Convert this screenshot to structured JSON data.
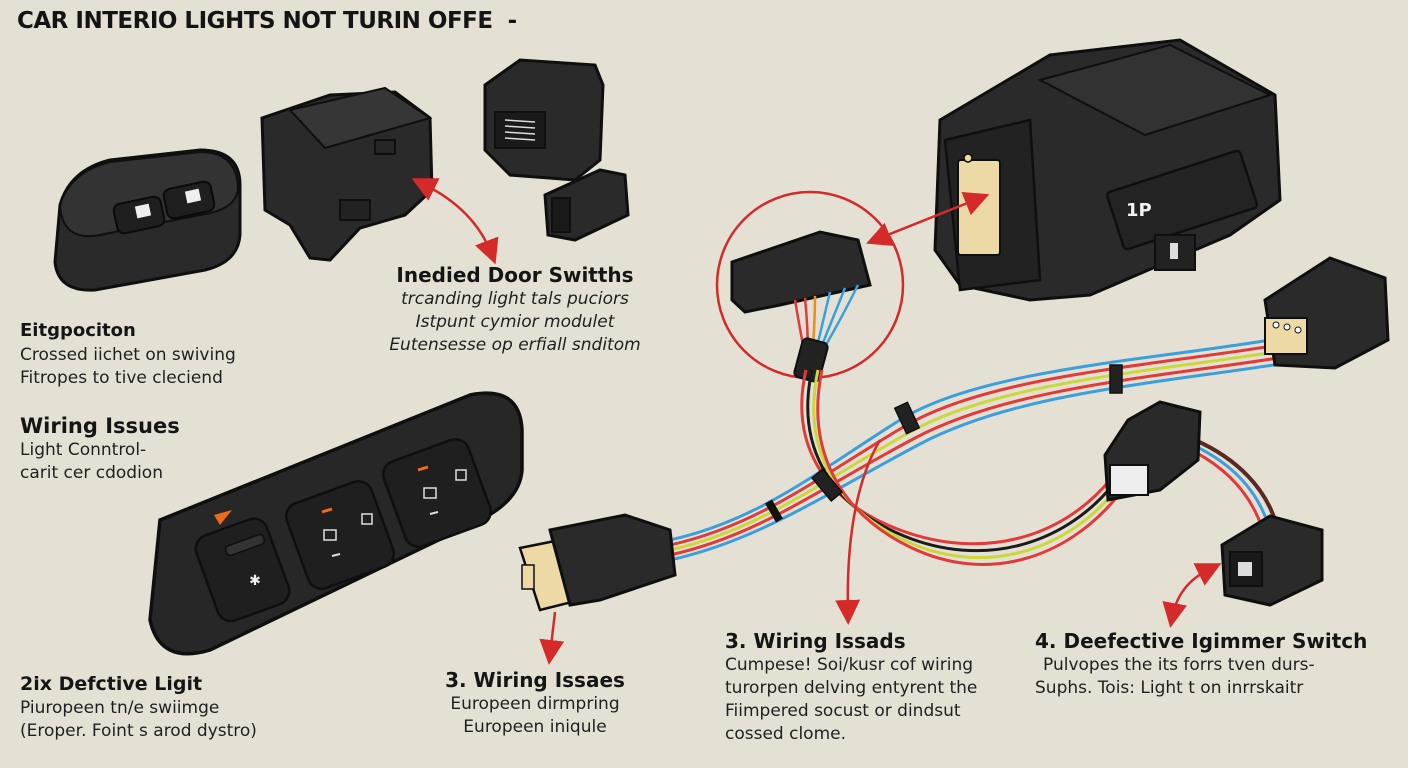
{
  "title": "CAR INTERIO LIGHTS NOT TURIN OFFE  -",
  "colors": {
    "background": "#e4e1d4",
    "component_body": "#2b2b2b",
    "outline": "#111111",
    "pointer_arrow": "#d42a2a",
    "connector_insert": "#ecd9a6",
    "wire_red": "#e23a3a",
    "wire_blue": "#3a9fdc",
    "wire_yellow": "#c9d83a",
    "wire_brown": "#5a2a22",
    "indicator_orange": "#f06a1c"
  },
  "labels": {
    "door_switches": {
      "heading": "Inedied Door Switths",
      "lines": [
        "trcanding light tals puciors",
        "Istpunt cymior modulet",
        "Eutensesse op erfiall snditom"
      ]
    },
    "fitgpociton": {
      "heading": "Eitgpociton",
      "lines": [
        "Crossed iichet on swiving",
        "Fitropes to tive cleciend"
      ]
    },
    "wiring_issues_left": {
      "heading": "Wiring Issues",
      "lines": [
        "Light Conntrol-",
        "carit cer cdodion"
      ]
    },
    "defective_light": {
      "heading": "2ix Defctive Ligit",
      "lines": [
        "Piuropeen tn/e swiimge",
        "(Eroper. Foint s arod dystro)"
      ]
    },
    "wiring_issues_3": {
      "heading": "3. Wiring Issaes",
      "lines": [
        "Europeen dirmpring",
        "Europeen iniqule"
      ]
    },
    "wiring_issads_3": {
      "heading": "3. Wiring Issads",
      "lines": [
        "Cumpese! Soi/kusr cof wiring",
        "turorpen delving entyrent the",
        "Fiimpered socust or dindsut",
        "cossed clome."
      ]
    },
    "dimmer_switch": {
      "heading": "4. Deefective Igimmer Switch",
      "lines": [
        "Pulvopes the its forrs tven durs-",
        "Suphs. Tois: Light t on inrrskaitr"
      ]
    }
  },
  "components": {
    "module_badge": "1P",
    "key_fob_switch": "two-button-door-switch",
    "door_switch_housing": "door-switch-module",
    "small_connectors": [
      "square-connector",
      "small-plug-connector"
    ],
    "control_module": "interior-light-control-module",
    "highlighted_connector": "harness-connector",
    "switch_panel_buttons": [
      "light-switch",
      "dimmer-rocker-1",
      "dimmer-rocker-2"
    ],
    "harness_connectors": [
      "beige-plug",
      "right-connector-top",
      "right-connector-middle",
      "right-connector-bottom"
    ]
  }
}
